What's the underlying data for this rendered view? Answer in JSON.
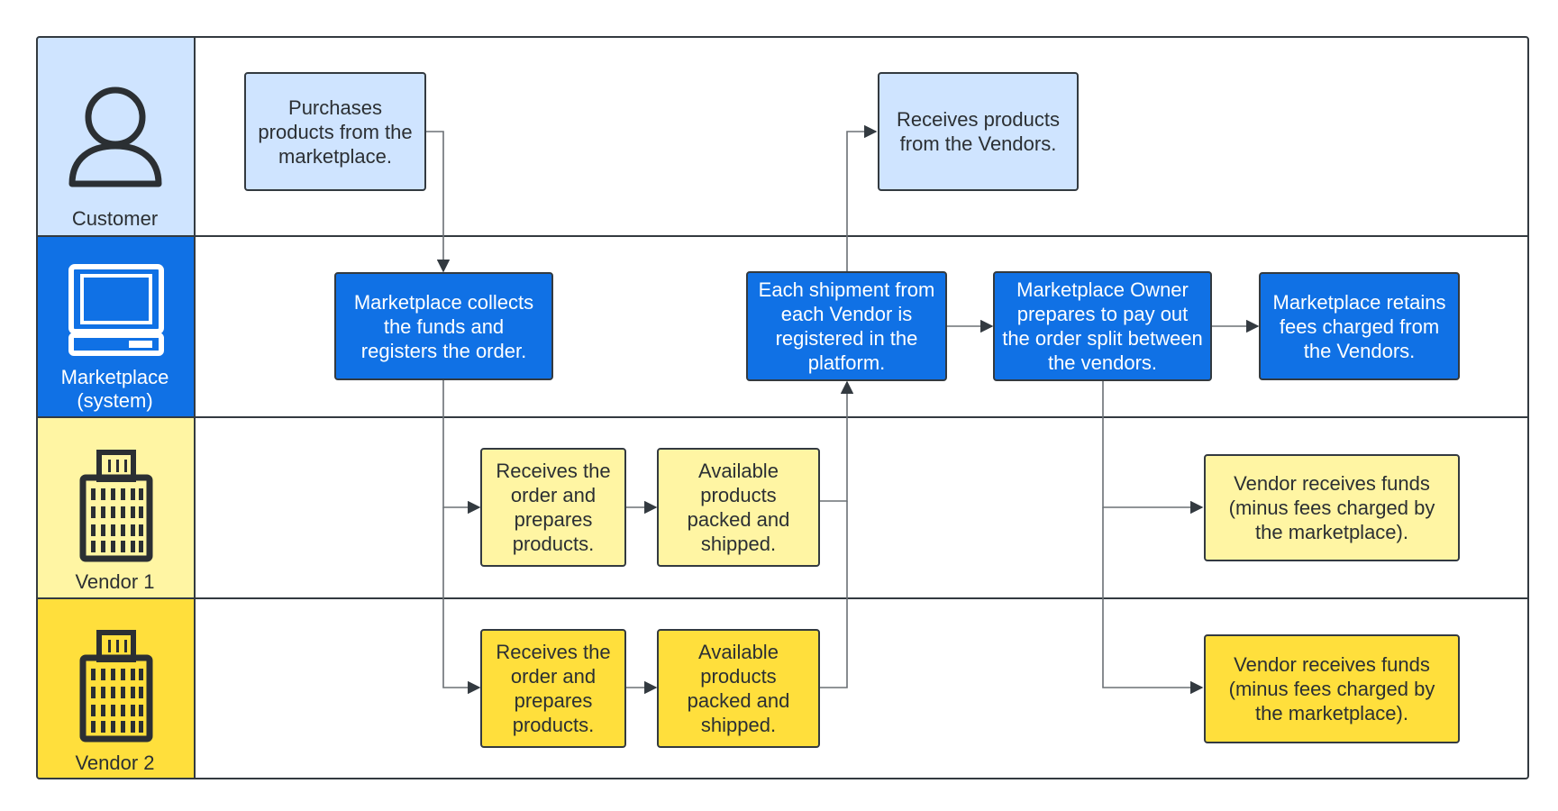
{
  "colors": {
    "customer_lane": "#cfe4ff",
    "marketplace_lane": "#1071e5",
    "vendor1_lane": "#fff5a3",
    "vendor2_lane": "#ffdf3c",
    "stroke": "#333a40",
    "connector": "#6b7075"
  },
  "lanes": [
    {
      "label": "Customer",
      "icon": "person-icon"
    },
    {
      "label": "Marketplace\n(system)",
      "icon": "computer-icon"
    },
    {
      "label": "Vendor 1",
      "icon": "building-icon"
    },
    {
      "label": "Vendor 2",
      "icon": "building-icon"
    }
  ],
  "nodes": {
    "purchase": "Purchases products from the marketplace.",
    "receives_products": "Receives products from the Vendors.",
    "collects_funds": "Marketplace collects the funds and registers the order.",
    "shipment_registered": "Each shipment from each Vendor is registered in the platform.",
    "owner_pays_out": "Marketplace Owner prepares to pay out the order split between the vendors.",
    "retains_fees": "Marketplace retains fees charged from the Vendors.",
    "v1_receives_order": "Receives the order and prepares products.",
    "v1_packed": "Available products packed and shipped.",
    "v1_funds": "Vendor receives funds (minus fees charged by the marketplace).",
    "v2_receives_order": "Receives the order and prepares products.",
    "v2_packed": "Available products packed and shipped.",
    "v2_funds": "Vendor receives funds (minus fees charged by the marketplace)."
  }
}
